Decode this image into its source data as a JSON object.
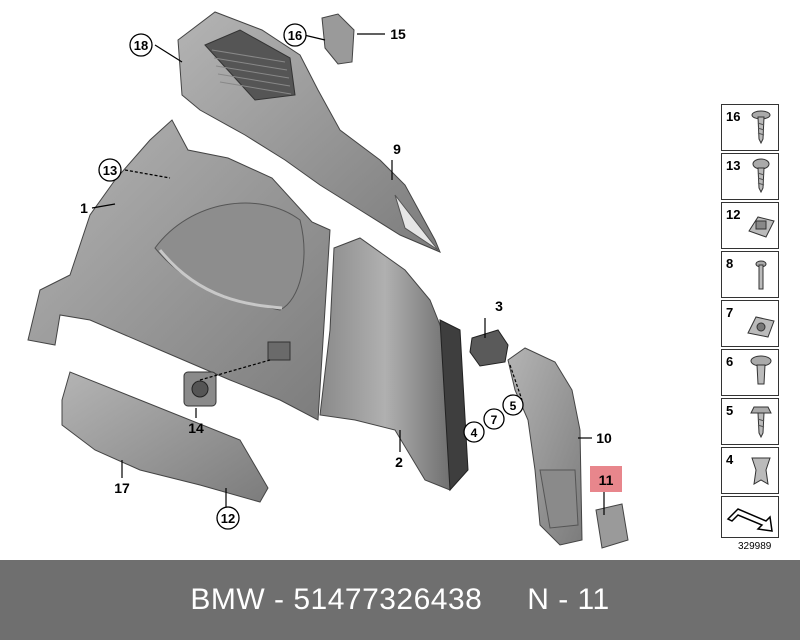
{
  "callouts": {
    "c1": "1",
    "c2": "2",
    "c3": "3",
    "c4": "4",
    "c5": "5",
    "c7": "7",
    "c9": "9",
    "c10": "10",
    "c11": "11",
    "c12": "12",
    "c13": "13",
    "c14": "14",
    "c15": "15",
    "c16": "16",
    "c17": "17",
    "c18": "18"
  },
  "legend": [
    "16",
    "13",
    "12",
    "8",
    "7",
    "6",
    "5",
    "4"
  ],
  "reference_number": "329989",
  "footer": {
    "brand": "BMW",
    "separator": "-",
    "part_number": "51477326438",
    "position": "N - 11"
  },
  "colors": {
    "highlight": "#e8868c",
    "footer_bg": "#6f6f6f",
    "part_fill": "#9a9a9a"
  }
}
